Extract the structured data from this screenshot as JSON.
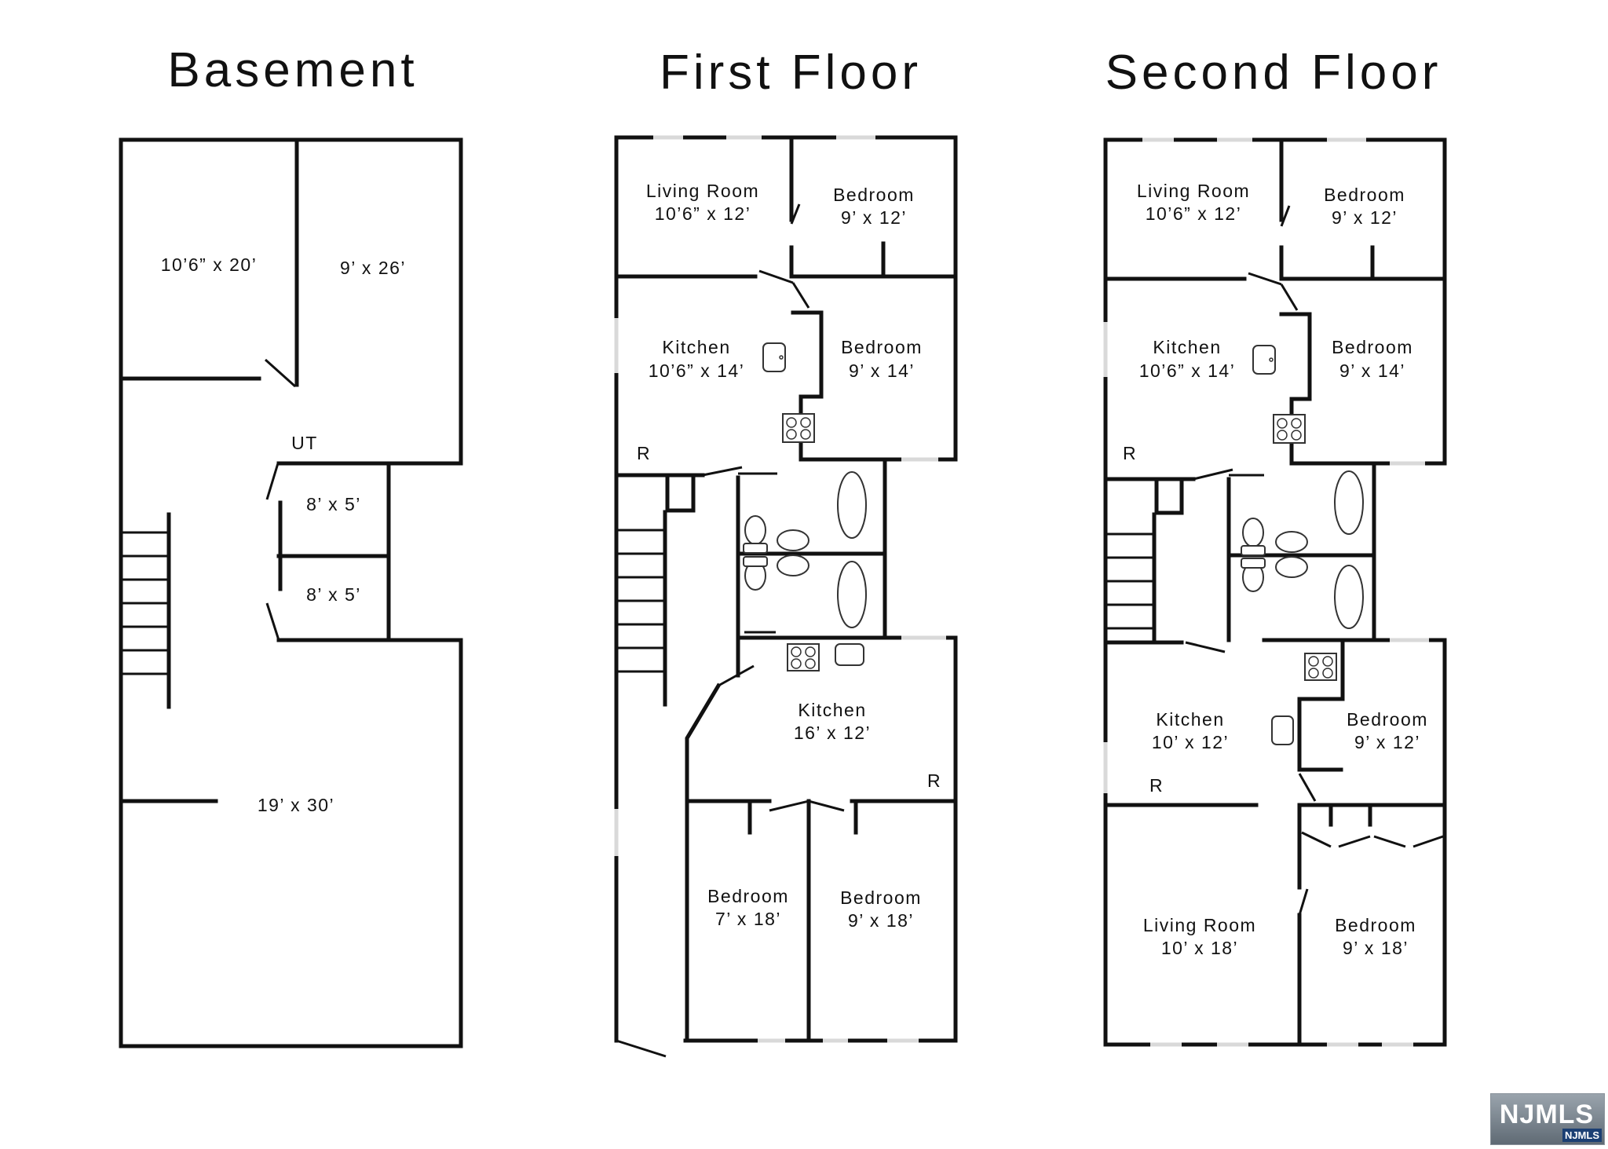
{
  "titles": {
    "basement": "Basement",
    "first": "First Floor",
    "second": "Second Floor"
  },
  "basement": {
    "room_a": "10’6” x 20’",
    "room_b": "9’ x 26’",
    "ut": "UT",
    "closet_1": "8’ x 5’",
    "closet_2": "8’ x 5’",
    "main": "19’ x 30’"
  },
  "first_floor": {
    "living_name": "Living Room",
    "living_dim": "10’6” x 12’",
    "bed1_name": "Bedroom",
    "bed1_dim": "9’ x 12’",
    "kitchen1_name": "Kitchen",
    "kitchen1_dim": "10’6” x 14’",
    "bed2_name": "Bedroom",
    "bed2_dim": "9’ x 14’",
    "r1": "R",
    "kitchen2_name": "Kitchen",
    "kitchen2_dim": "16’ x 12’",
    "r2": "R",
    "bed3_name": "Bedroom",
    "bed3_dim": "7’ x 18’",
    "bed4_name": "Bedroom",
    "bed4_dim": "9’ x 18’"
  },
  "second_floor": {
    "living_name": "Living Room",
    "living_dim": "10’6” x 12’",
    "bed1_name": "Bedroom",
    "bed1_dim": "9’ x 12’",
    "kitchen1_name": "Kitchen",
    "kitchen1_dim": "10’6” x 14’",
    "bed2_name": "Bedroom",
    "bed2_dim": "9’ x 14’",
    "r1": "R",
    "kitchen2_name": "Kitchen",
    "kitchen2_dim": "10’ x 12’",
    "bed3_name": "Bedroom",
    "bed3_dim": "9’ x 12’",
    "r2": "R",
    "living2_name": "Living Room",
    "living2_dim": "10’ x 18’",
    "bed4_name": "Bedroom",
    "bed4_dim": "9’ x 18’"
  },
  "logo": {
    "text": "NJMLS",
    "sub": "NJMLS"
  }
}
